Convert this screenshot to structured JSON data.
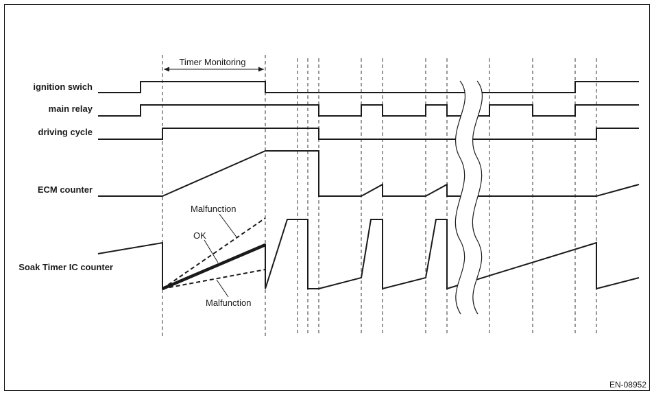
{
  "labels": {
    "ignition": "ignition swich",
    "main_relay": "main relay",
    "driving_cycle": "driving cycle",
    "ecm_counter": "ECM counter",
    "soak_timer": "Soak Timer IC counter"
  },
  "annotations": {
    "timer_monitoring": "Timer Monitoring",
    "malfunction_upper": "Malfunction",
    "ok": "OK",
    "malfunction_lower": "Malfunction"
  },
  "figure_code": "EN-08952"
}
